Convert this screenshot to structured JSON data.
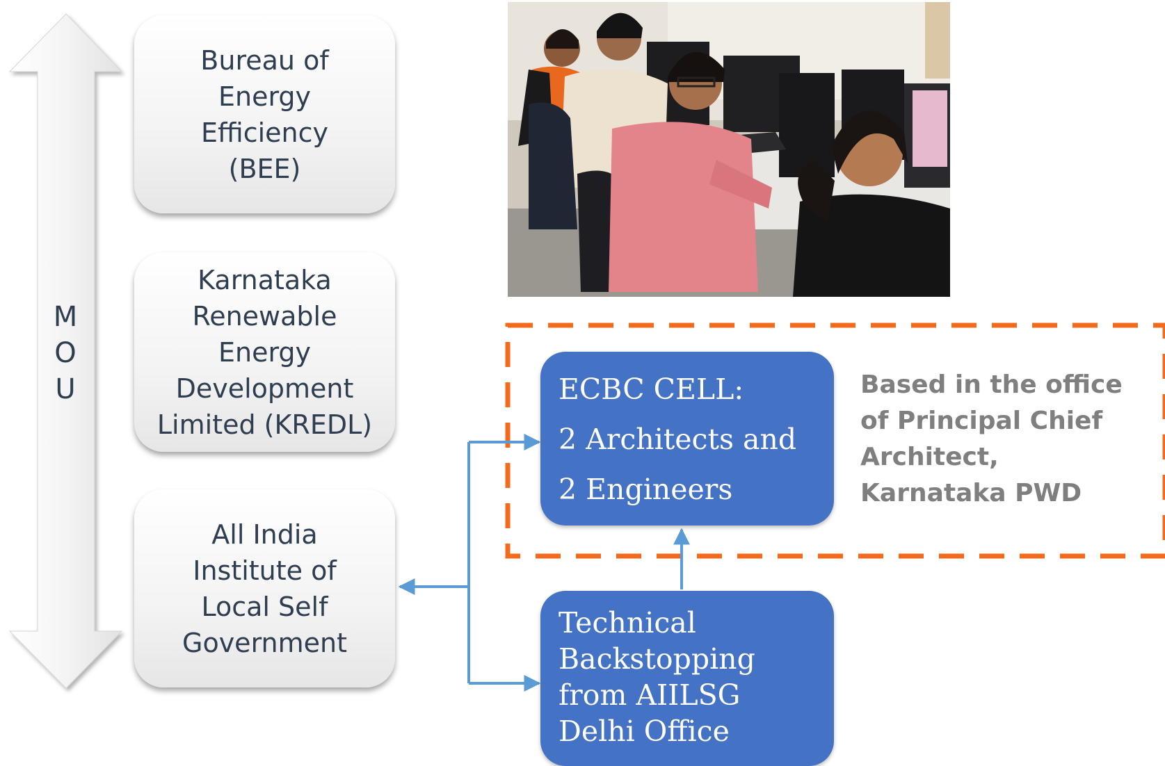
{
  "mou": {
    "letters": [
      "M",
      "O",
      "U"
    ]
  },
  "organizations": [
    {
      "name": "Bureau of Energy Efficiency (BEE)"
    },
    {
      "name": "Karnataka Renewable Energy Development Limited (KREDL)"
    },
    {
      "name": "All India Institute of Local Self Government"
    }
  ],
  "ecbc_cell": {
    "line1": "ECBC CELL:",
    "line2": "2 Architects and",
    "line3": "2 Engineers"
  },
  "technical_backstopping": {
    "text": "Technical Backstopping from AIILSG Delhi Office"
  },
  "office_note": {
    "text": "Based in the office of Principal Chief Architect, Karnataka PWD"
  },
  "colors": {
    "box_blue": "#4472c4",
    "arrow_blue": "#5b9bd5",
    "dash_orange": "#f26b1d",
    "org_text": "#2e3d4f",
    "note_gray": "#7f7f7f"
  }
}
